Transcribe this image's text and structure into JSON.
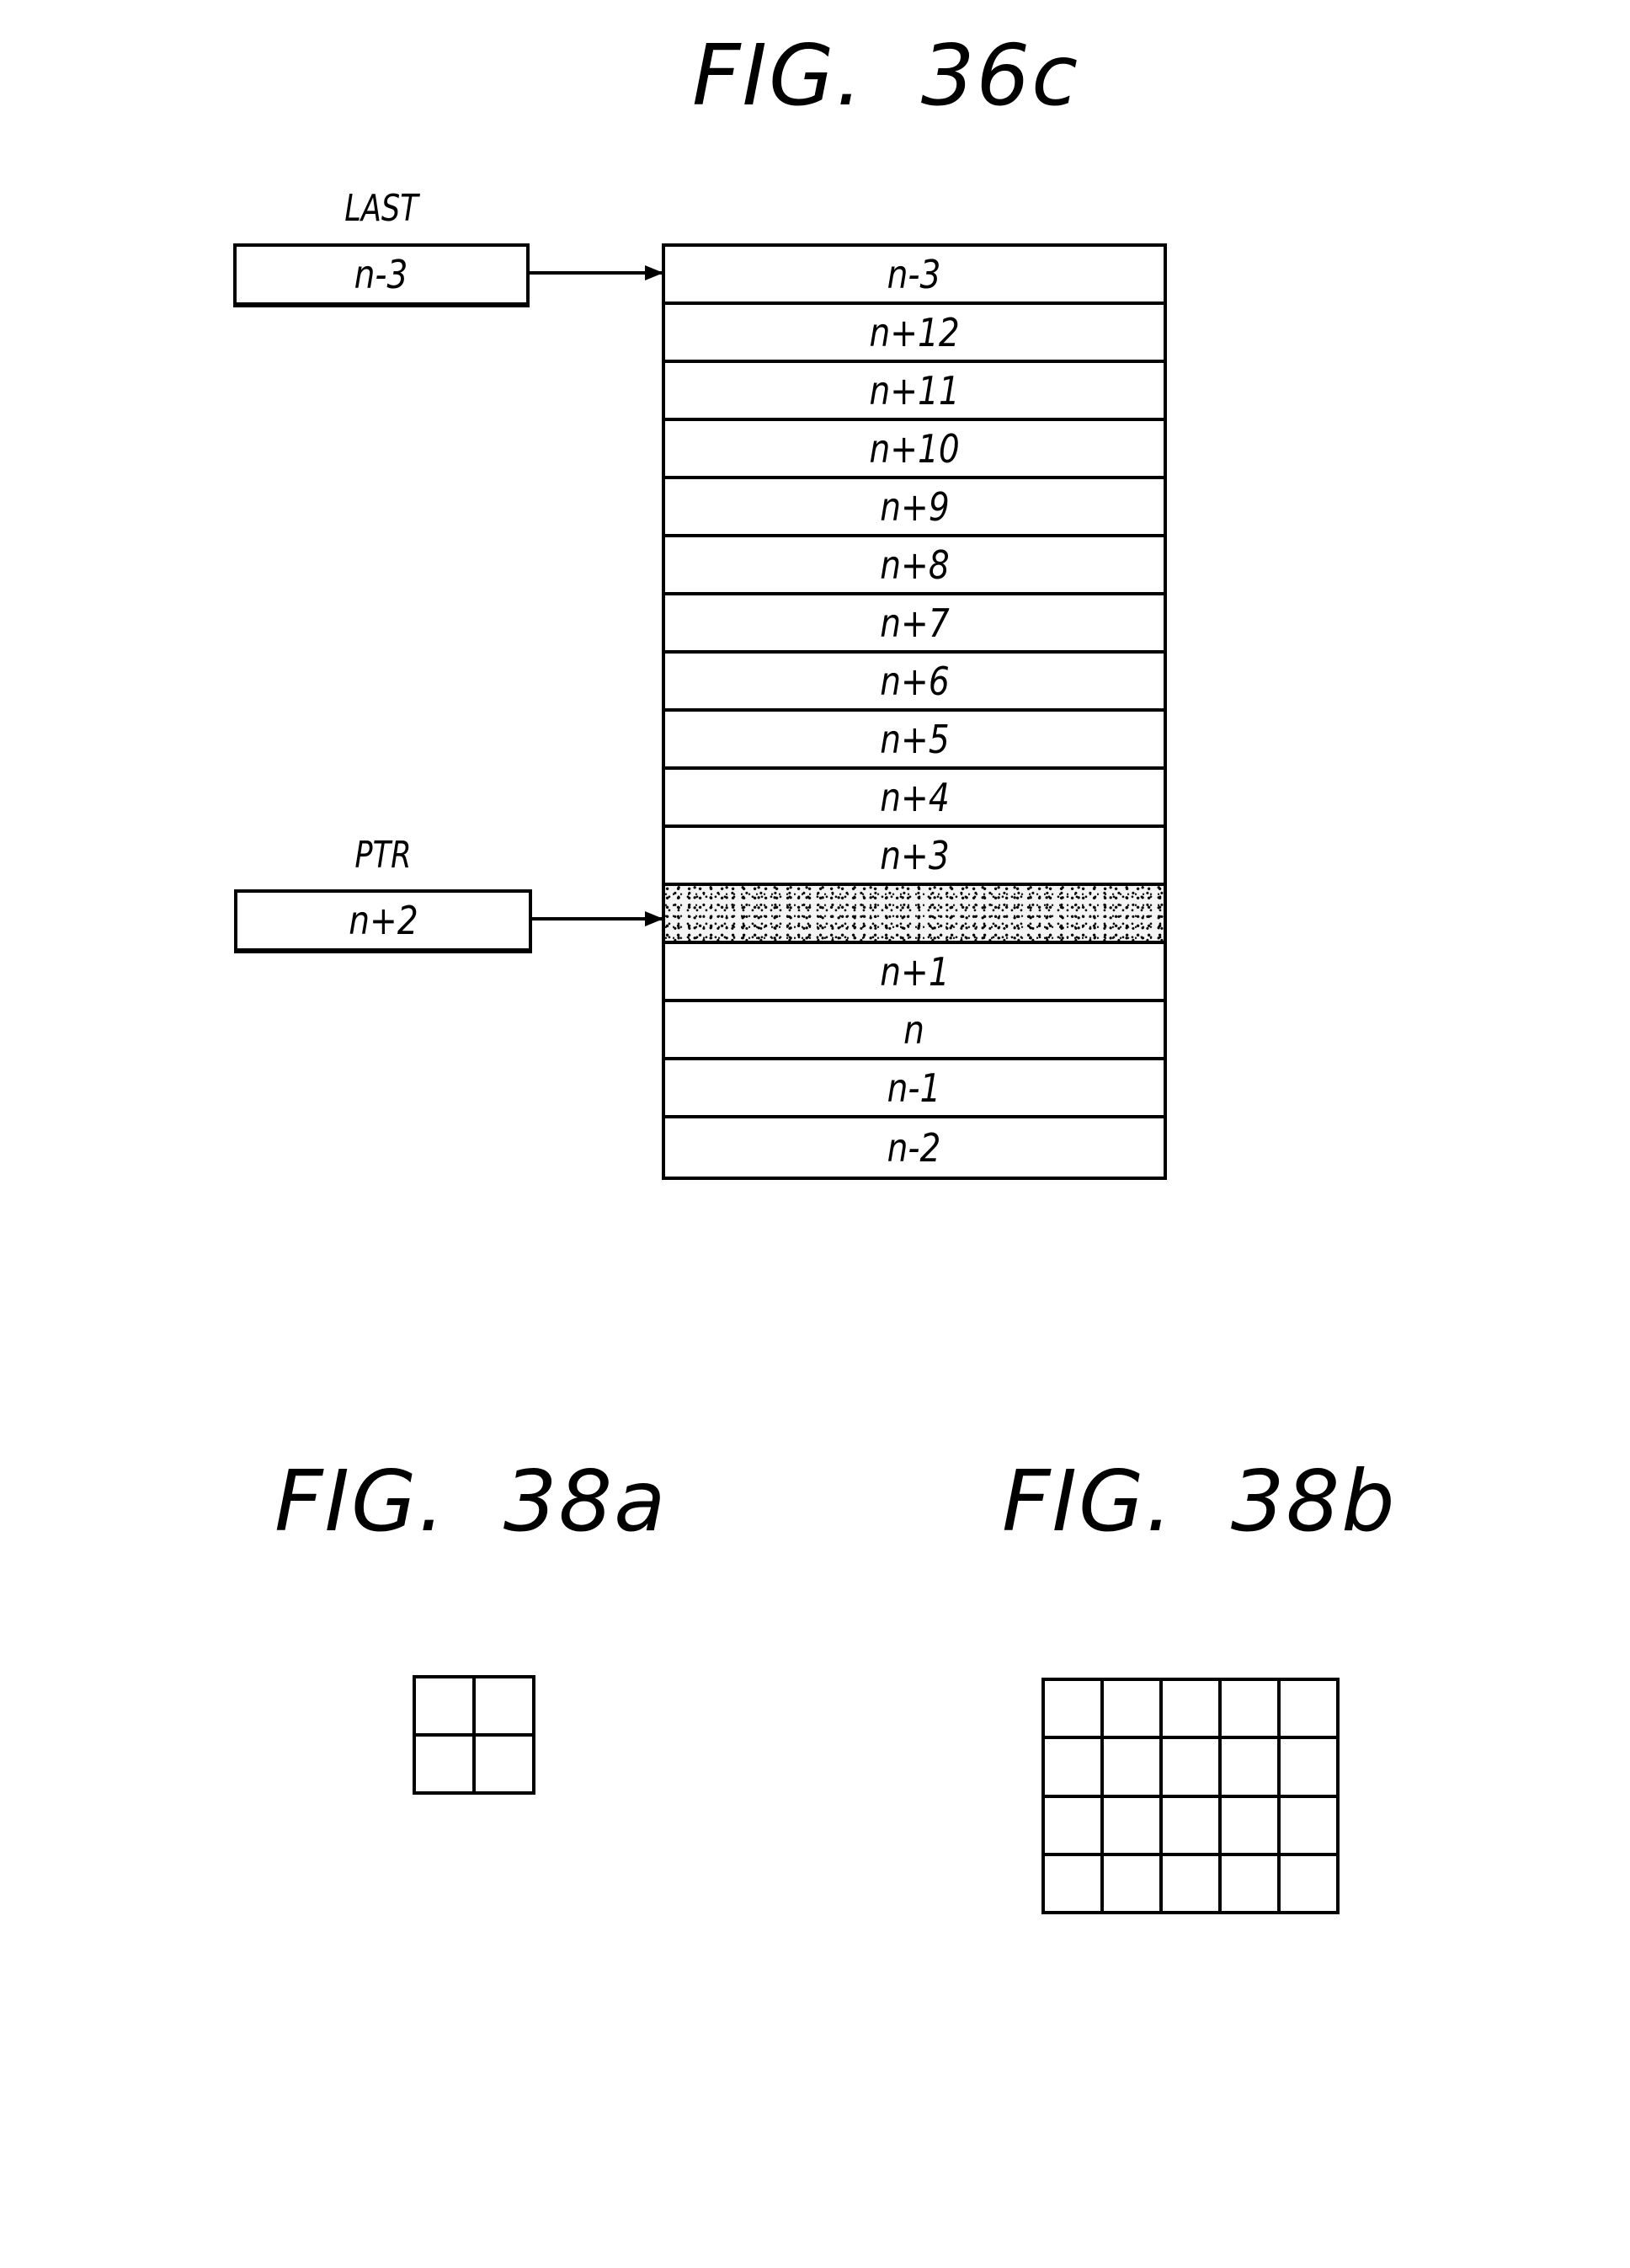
{
  "figures": {
    "fig36c": {
      "title": "FIG.  36c",
      "last_register": {
        "label": "LAST",
        "value": "n-3"
      },
      "ptr_register": {
        "label": "PTR",
        "value": "n+2"
      },
      "stack": [
        {
          "label": "n-3",
          "shaded": false
        },
        {
          "label": "n+12",
          "shaded": false
        },
        {
          "label": "n+11",
          "shaded": false
        },
        {
          "label": "n+10",
          "shaded": false
        },
        {
          "label": "n+9",
          "shaded": false
        },
        {
          "label": "n+8",
          "shaded": false
        },
        {
          "label": "n+7",
          "shaded": false
        },
        {
          "label": "n+6",
          "shaded": false
        },
        {
          "label": "n+5",
          "shaded": false
        },
        {
          "label": "n+4",
          "shaded": false
        },
        {
          "label": "n+3",
          "shaded": false
        },
        {
          "label": "",
          "shaded": true
        },
        {
          "label": "n+1",
          "shaded": false
        },
        {
          "label": "n",
          "shaded": false
        },
        {
          "label": "n-1",
          "shaded": false
        },
        {
          "label": "n-2",
          "shaded": false
        }
      ],
      "last_points_to_index": 0,
      "ptr_points_to_index": 11
    },
    "fig38a": {
      "title": "FIG.  38a",
      "rows": 2,
      "cols": 2,
      "shaded": [
        [
          true,
          false
        ],
        [
          false,
          true
        ]
      ]
    },
    "fig38b": {
      "title": "FIG.  38b",
      "rows": 4,
      "cols": 5,
      "shaded": [
        [
          true,
          true,
          true,
          false,
          false
        ],
        [
          true,
          true,
          true,
          false,
          false
        ],
        [
          true,
          true,
          true,
          false,
          false
        ],
        [
          false,
          false,
          false,
          false,
          false
        ]
      ]
    }
  }
}
